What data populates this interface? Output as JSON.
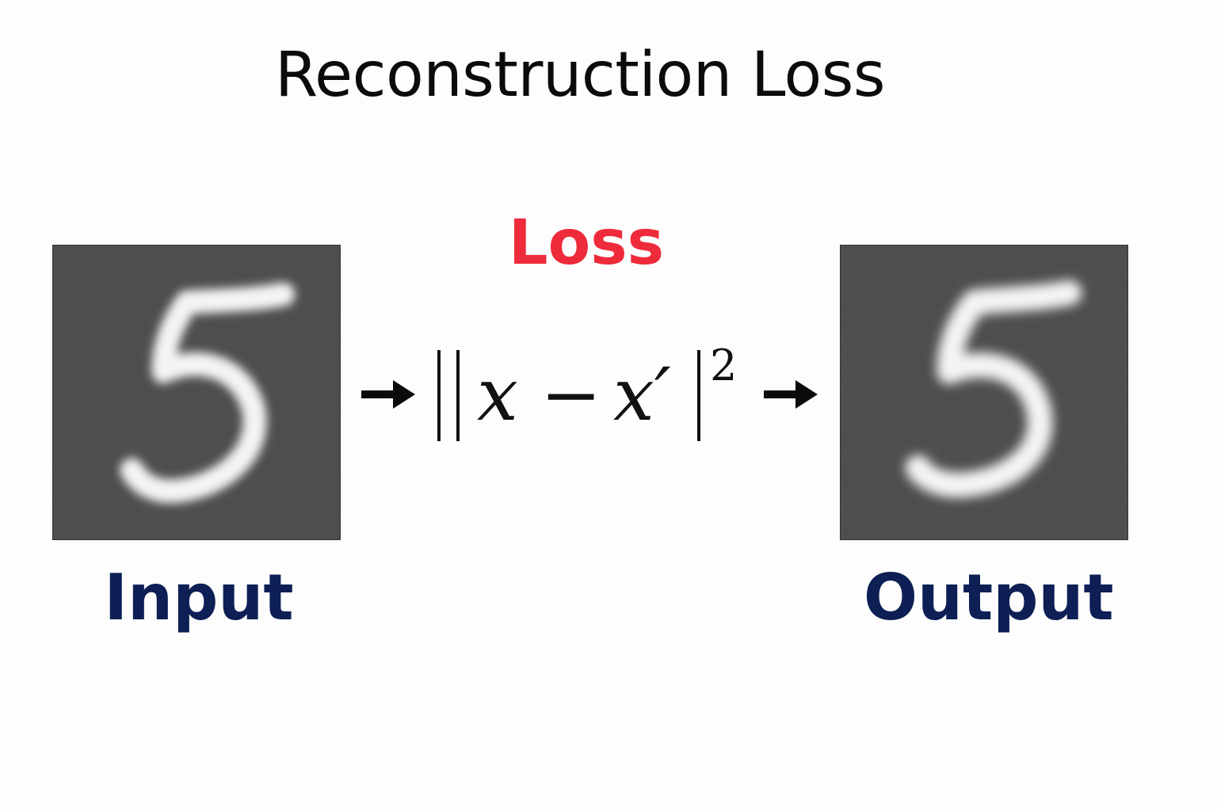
{
  "title": "Reconstruction Loss",
  "loss_label": "Loss",
  "input": {
    "label": "Input",
    "digit": "5"
  },
  "output": {
    "label": "Output",
    "digit": "5"
  },
  "formula": {
    "var": "x",
    "minus": "−",
    "var_prime": "x′",
    "exponent": "2"
  },
  "colors": {
    "loss_label": "#ee2b3a",
    "caption": "#0d1f55",
    "panel_bg": "#4b4b4b",
    "stroke": "#f4f4f4"
  },
  "icons": {
    "arrow": "right-arrow-icon"
  }
}
